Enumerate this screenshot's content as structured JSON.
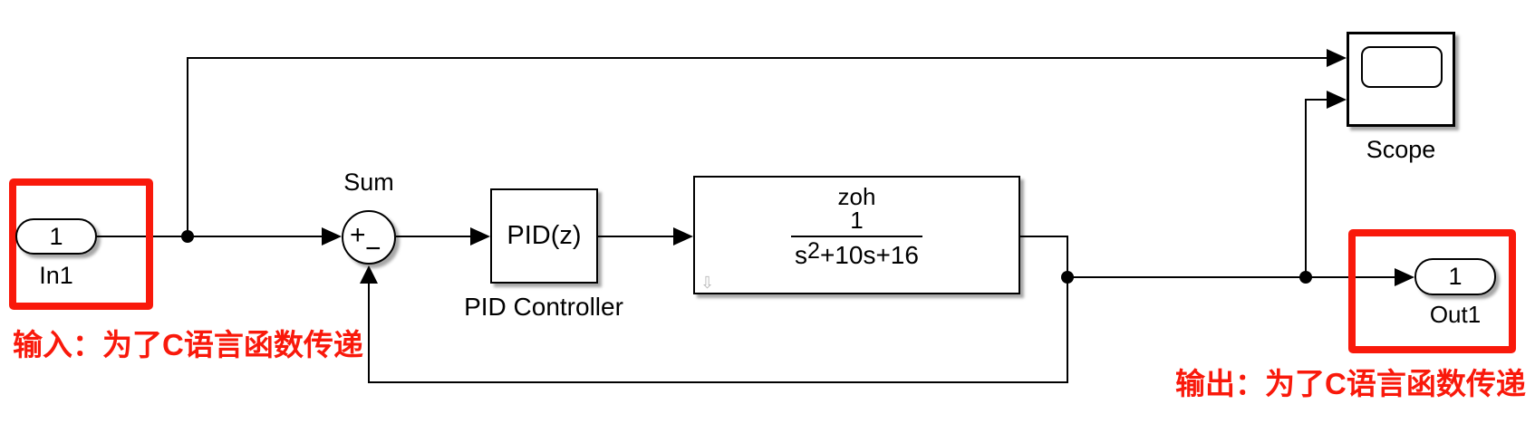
{
  "colors": {
    "highlight_red": "#f9190b",
    "wire_black": "#000000",
    "hint_arrow_gray": "#b8b8b8"
  },
  "blocks": {
    "in1": {
      "port": "1",
      "label": "In1"
    },
    "sum": {
      "label": "Sum",
      "plus": "+",
      "minus": "−"
    },
    "pid": {
      "text": "PID(z)",
      "label": "PID Controller"
    },
    "plant": {
      "method": "zoh",
      "numerator": "1",
      "den_base": "s",
      "den_exp": "2",
      "den_rest": "+10s+16",
      "hint_arrow": "⇩"
    },
    "scope": {
      "label": "Scope"
    },
    "out1": {
      "port": "1",
      "label": "Out1"
    }
  },
  "annotations": {
    "input_note": "输入：为了C语言函数传递",
    "output_note": "输出：为了C语言函数传递"
  }
}
